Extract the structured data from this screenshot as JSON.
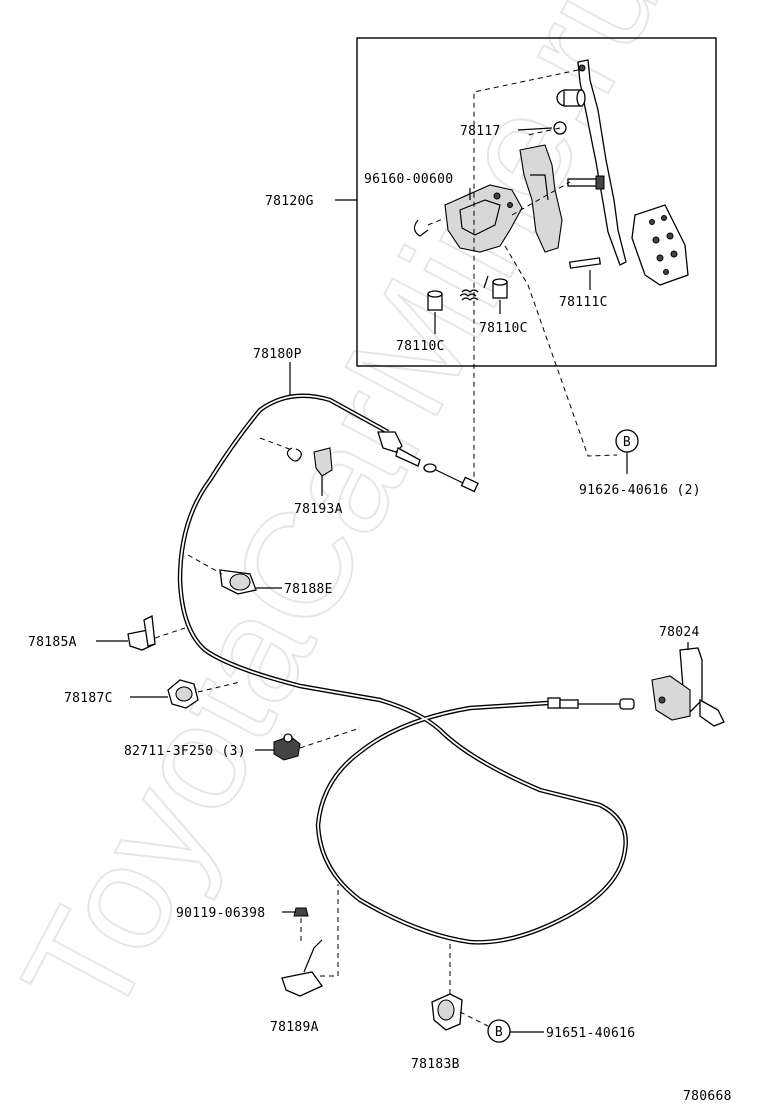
{
  "watermark": "ToyotaCarMine.ru",
  "diagram_code": "780668",
  "callout_symbol": "B",
  "labels": {
    "pedal_assembly": "78120G",
    "bolt_96160": "96160-00600",
    "stopper_78117": "78117",
    "bushing_78110_left": "78110C",
    "bushing_78110_right": "78110C",
    "pad_78111": "78111C",
    "cable_78180": "78180P",
    "clamp_78193": "78193A",
    "bolt_91626": "91626-40616 (2)",
    "clamp_78188": "78188E",
    "bracket_78185": "78185A",
    "clamp_78187": "78187C",
    "clip_82711": "82711-3F250 (3)",
    "bracket_78024": "78024",
    "bolt_90119": "90119-06398",
    "bracket_78189": "78189A",
    "clamp_78183": "78183B",
    "bolt_91651": "91651-40616"
  }
}
